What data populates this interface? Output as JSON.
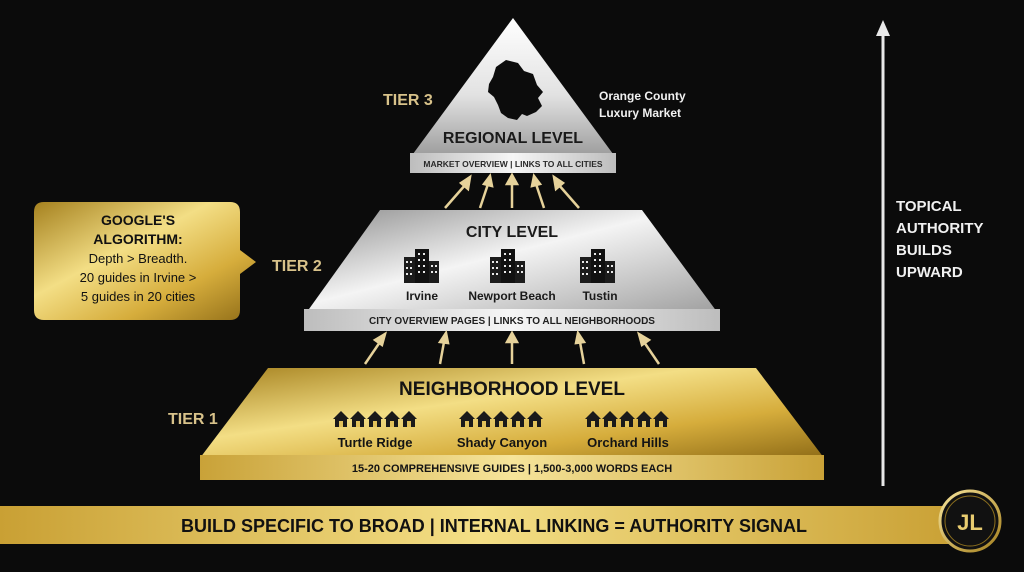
{
  "tier3": {
    "tier_label": "TIER 3",
    "title": "REGIONAL LEVEL",
    "strip": "MARKET OVERVIEW | LINKS TO ALL CITIES",
    "side_note_line1": "Orange County",
    "side_note_line2": "Luxury Market"
  },
  "tier2": {
    "tier_label": "TIER 2",
    "title": "CITY LEVEL",
    "cities": [
      "Irvine",
      "Newport Beach",
      "Tustin"
    ],
    "strip": "CITY OVERVIEW PAGES | LINKS TO ALL NEIGHBORHOODS"
  },
  "tier1": {
    "tier_label": "TIER 1",
    "title": "NEIGHBORHOOD LEVEL",
    "neighborhoods": [
      "Turtle Ridge",
      "Shady Canyon",
      "Orchard Hills"
    ],
    "strip": "15-20 COMPREHENSIVE GUIDES | 1,500-3,000 WORDS EACH"
  },
  "callout": {
    "line1": "GOOGLE'S",
    "line2": "ALGORITHM:",
    "line3": "Depth > Breadth.",
    "line4": "20 guides in Irvine >",
    "line5": "5 guides in 20 cities"
  },
  "authority": {
    "line1": "TOPICAL",
    "line2": "AUTHORITY",
    "line3": "BUILDS",
    "line4": "UPWARD"
  },
  "banner": {
    "text": "BUILD SPECIFIC TO BROAD | INTERNAL LINKING = AUTHORITY SIGNAL"
  },
  "logo": {
    "text": "JL"
  },
  "icons": {
    "map": "orange-county-map-icon",
    "building": "city-buildings-icon",
    "house": "house-icon",
    "arrow": "up-arrow-icon"
  },
  "colors": {
    "background": "#0b0b0b",
    "gold": "#d9b23e",
    "gold_light": "#f3de85",
    "silver": "#d7d7d7",
    "tier_label": "#d8c28a"
  }
}
